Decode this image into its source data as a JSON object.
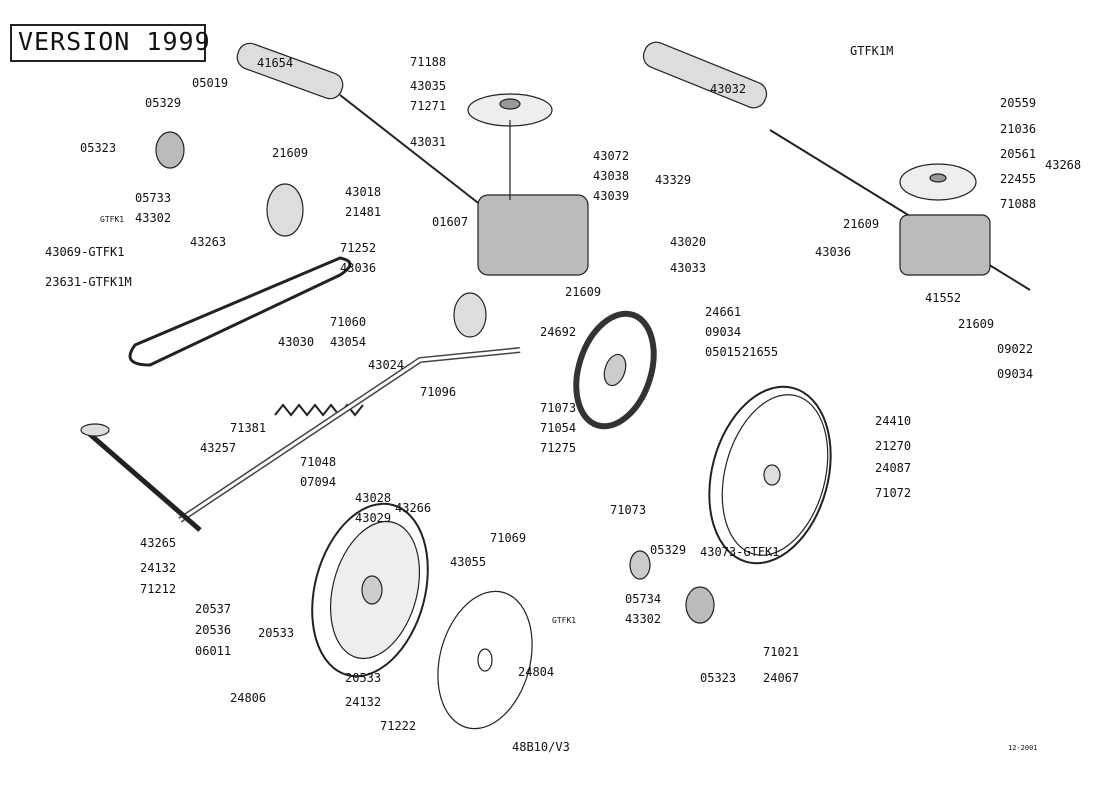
{
  "header": {
    "version": "VERSION 1999",
    "model": "GTFK1M"
  },
  "footer": {
    "drawing": "48B10/V3",
    "date": "12-2001"
  },
  "labels": [
    "41654",
    "05019",
    "05329",
    "05323",
    "21609",
    "05733",
    "43302",
    "GTFK1",
    "43263",
    "43069-GTFK1",
    "23631-GTFK1M",
    "71188",
    "43035",
    "71271",
    "43031",
    "43072",
    "43038",
    "43329",
    "43039",
    "43018",
    "21481",
    "01607",
    "71252",
    "43036",
    "43020",
    "43033",
    "71060",
    "21609",
    "24692",
    "24661",
    "43054",
    "43030",
    "43024",
    "71096",
    "09034",
    "05015",
    "21655",
    "71073",
    "71381",
    "43257",
    "71048",
    "71054",
    "07094",
    "43028",
    "71275",
    "43029",
    "43266",
    "71073",
    "43265",
    "71069",
    "43055",
    "24132",
    "71212",
    "20537",
    "20536",
    "06011",
    "20533",
    "24806",
    "20533",
    "24132",
    "71222",
    "24804",
    "05329",
    "43073-GTFK1",
    "05734",
    "43302",
    "GTFK1",
    "05323",
    "71021",
    "24067",
    "43032",
    "20559",
    "21036",
    "20561",
    "22455",
    "43268",
    "71088",
    "21609",
    "43036",
    "41552",
    "21609",
    "09022",
    "09034",
    "24410",
    "21270",
    "24087",
    "71072"
  ]
}
